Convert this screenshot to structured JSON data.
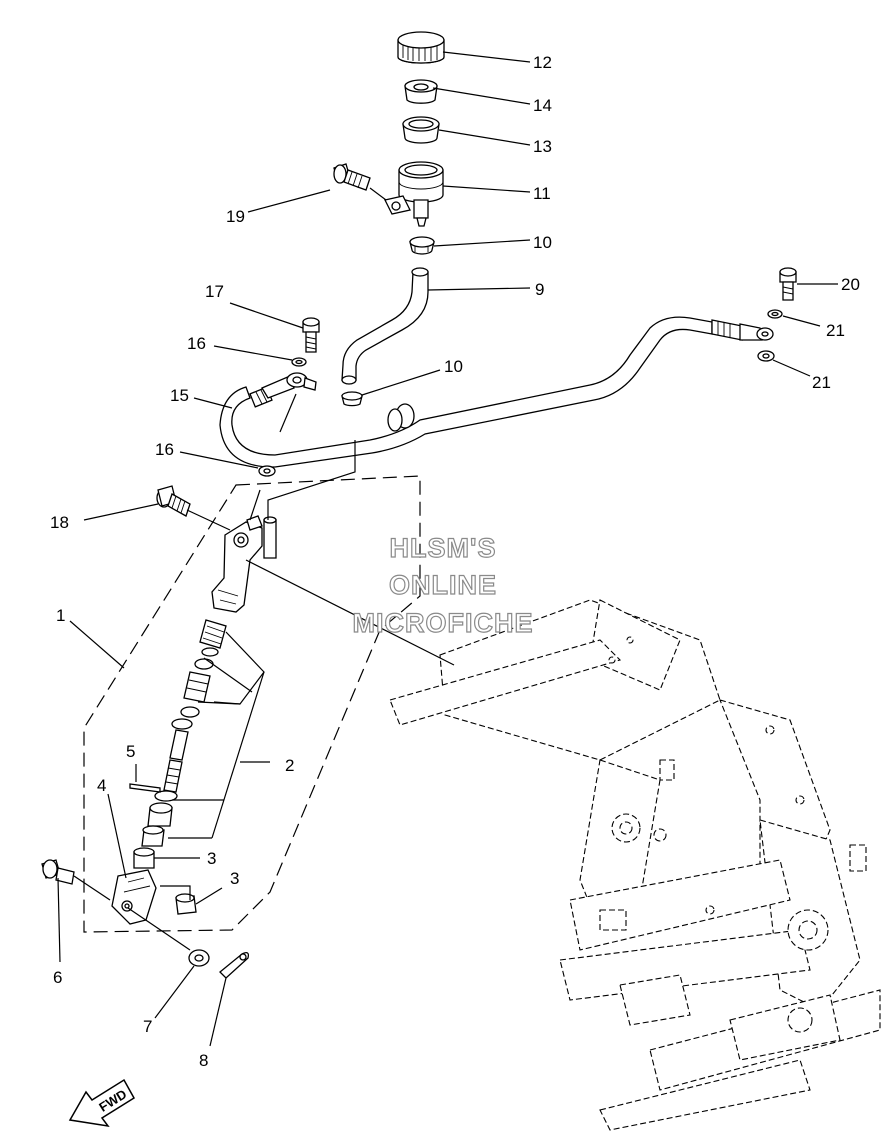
{
  "watermark": {
    "line1": "HLSM'S",
    "line2": "ONLINE",
    "line3": "MICROFICHE"
  },
  "fwd_label": "FWD",
  "callouts": [
    {
      "id": "12",
      "label": "12"
    },
    {
      "id": "14",
      "label": "14"
    },
    {
      "id": "13",
      "label": "13"
    },
    {
      "id": "11",
      "label": "11"
    },
    {
      "id": "19",
      "label": "19"
    },
    {
      "id": "10a",
      "label": "10"
    },
    {
      "id": "9",
      "label": "9"
    },
    {
      "id": "20",
      "label": "20"
    },
    {
      "id": "21a",
      "label": "21"
    },
    {
      "id": "21b",
      "label": "21"
    },
    {
      "id": "17",
      "label": "17"
    },
    {
      "id": "16a",
      "label": "16"
    },
    {
      "id": "10b",
      "label": "10"
    },
    {
      "id": "15",
      "label": "15"
    },
    {
      "id": "16b",
      "label": "16"
    },
    {
      "id": "18",
      "label": "18"
    },
    {
      "id": "1",
      "label": "1"
    },
    {
      "id": "2",
      "label": "2"
    },
    {
      "id": "5",
      "label": "5"
    },
    {
      "id": "4",
      "label": "4"
    },
    {
      "id": "3a",
      "label": "3"
    },
    {
      "id": "3b",
      "label": "3"
    },
    {
      "id": "6",
      "label": "6"
    },
    {
      "id": "7",
      "label": "7"
    },
    {
      "id": "8",
      "label": "8"
    }
  ]
}
